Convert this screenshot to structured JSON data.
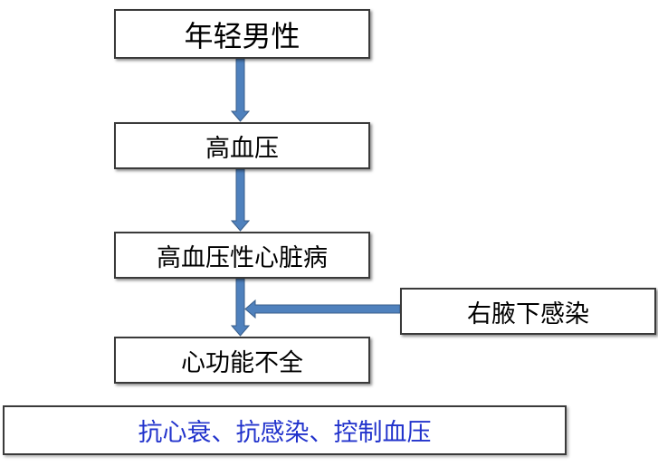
{
  "nodes": {
    "young_male": "年轻男性",
    "hypertension": "高血压",
    "hypertensive_heart_disease": "高血压性心脏病",
    "axillary_infection": "右腋下感染",
    "heart_failure": "心功能不全",
    "treatment": "抗心衰、抗感染、控制血压"
  },
  "colors": {
    "arrow": "#4f81bd",
    "arrow_outline": "#385d8a",
    "treatment_text": "#2233cc",
    "box_border": "#3a3a3a"
  }
}
